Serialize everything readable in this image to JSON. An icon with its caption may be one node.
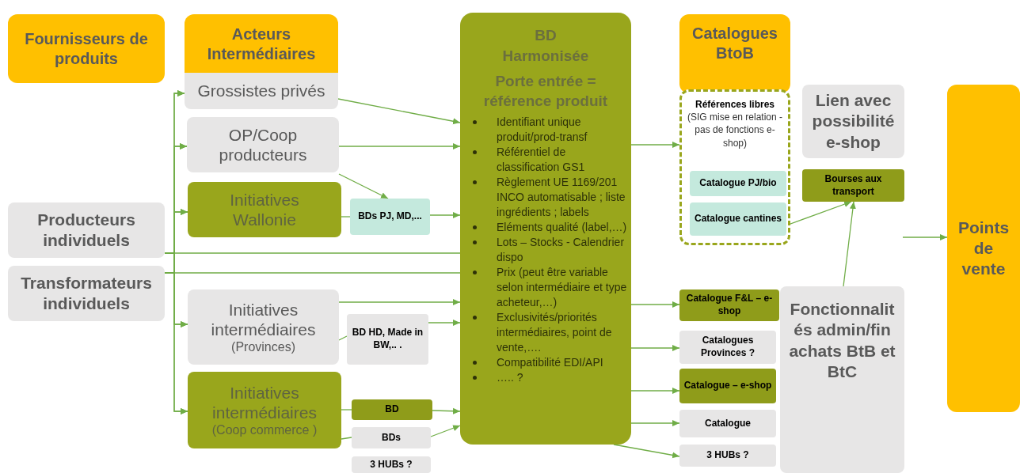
{
  "diagram": {
    "nodes": [
      {
        "text": [
          "Fournisseurs de produits"
        ]
      },
      {
        "text": [
          "Acteurs Intermédiaires"
        ]
      },
      {
        "text": [
          "Grossistes privés"
        ]
      },
      {
        "text": [
          "OP/Coop producteurs"
        ]
      },
      {
        "text": [
          "Initiatives Wallonie"
        ]
      },
      {
        "text": [
          "BDs PJ, MD,..."
        ]
      },
      {
        "text": [
          "BD Harmonisée",
          "Porte entrée = référence produit",
          "Identifiant unique produit/prod-transf",
          "Référentiel de classification GS1",
          "Règlement UE 1169/201 INCO automatisable ; liste ingrédients ; labels",
          "Eléments qualité (label,…)",
          "Lots – Stocks - Calendrier dispo",
          "Prix (peut être variable selon intermédiaire et type acheteur,…)",
          "Exclusivités/priorités intermédiaires, point de vente,….",
          "Compatibilité EDI/API",
          "….. ?"
        ]
      },
      {
        "text": [
          "Catalogues BtoB"
        ]
      },
      {
        "text": [
          "Références libres",
          "(SIG mise en relation - pas de fonctions e-shop)"
        ]
      },
      {
        "text": [
          "Catalogue PJ/bio"
        ],
        "in": 8
      },
      {
        "text": [
          "Catalogue cantines"
        ],
        "in": 8
      },
      {
        "text": [
          "Lien avec possibilité e-shop"
        ]
      },
      {
        "text": [
          "Bourses aux transport"
        ]
      },
      {
        "text": [
          "Producteurs individuels"
        ]
      },
      {
        "text": [
          "Transformateurs individuels"
        ]
      },
      {
        "text": [
          "Points de vente"
        ]
      },
      {
        "text": [
          "Initiatives intermédiaires",
          "(Provinces)"
        ]
      },
      {
        "text": [
          "BD HD, Made in BW,.. ."
        ]
      },
      {
        "text": [
          "Catalogue F&L – e-shop"
        ]
      },
      {
        "text": [
          "Fonctionnalités admin/fin achats BtB et BtC"
        ]
      },
      {
        "text": [
          "Catalogues Provinces ?"
        ]
      },
      {
        "text": [
          "Initiatives intermédiaires",
          "(Coop commerce )"
        ]
      },
      {
        "text": [
          "BD"
        ]
      },
      {
        "text": [
          "Catalogue – e-shop"
        ]
      },
      {
        "text": [
          "BDs"
        ]
      },
      {
        "text": [
          "Catalogue"
        ]
      },
      {
        "text": [
          "3 HUBs ?"
        ]
      },
      {
        "text": [
          "3 HUBs ?"
        ]
      }
    ],
    "edges": [
      {
        "from": 13,
        "to": 2,
        "arrow": "to"
      },
      {
        "from": 13,
        "to": 3,
        "arrow": "to"
      },
      {
        "from": 13,
        "to": 4,
        "arrow": "to"
      },
      {
        "from": 13,
        "to": 16,
        "arrow": "to"
      },
      {
        "from": 13,
        "to": 21,
        "arrow": "to"
      },
      {
        "from": 14,
        "to": 2,
        "arrow": "to"
      },
      {
        "from": 14,
        "to": 3,
        "arrow": "to"
      },
      {
        "from": 14,
        "to": 4,
        "arrow": "to"
      },
      {
        "from": 14,
        "to": 16,
        "arrow": "to"
      },
      {
        "from": 14,
        "to": 21,
        "arrow": "to"
      },
      {
        "from": 13,
        "to": 6,
        "arrow": "none"
      },
      {
        "from": 14,
        "to": 6,
        "arrow": "none"
      },
      {
        "from": 2,
        "to": 6,
        "arrow": "to"
      },
      {
        "from": 3,
        "to": 6,
        "arrow": "to"
      },
      {
        "from": 3,
        "to": 5,
        "arrow": "to"
      },
      {
        "from": 4,
        "to": 5,
        "arrow": "none"
      },
      {
        "from": 5,
        "to": 6,
        "arrow": "to"
      },
      {
        "from": 16,
        "to": 6,
        "arrow": "to"
      },
      {
        "from": 16,
        "to": 17,
        "arrow": "none"
      },
      {
        "from": 17,
        "to": 6,
        "arrow": "to"
      },
      {
        "from": 21,
        "to": 22,
        "arrow": "none"
      },
      {
        "from": 22,
        "to": 6,
        "arrow": "to"
      },
      {
        "from": 21,
        "to": 24,
        "arrow": "none"
      },
      {
        "from": 24,
        "to": 6,
        "arrow": "to"
      },
      {
        "from": 6,
        "to": 8,
        "arrow": "to"
      },
      {
        "from": 6,
        "to": 18,
        "arrow": "to"
      },
      {
        "from": 6,
        "to": 20,
        "arrow": "to"
      },
      {
        "from": 6,
        "to": 23,
        "arrow": "to"
      },
      {
        "from": 6,
        "to": 25,
        "arrow": "to"
      },
      {
        "from": 6,
        "to": 27,
        "arrow": "to"
      },
      {
        "from": 10,
        "to": 12,
        "arrow": "to"
      },
      {
        "from": 19,
        "to": 12,
        "arrow": "to"
      },
      {
        "from": null,
        "to": 15,
        "arrow": "to"
      }
    ]
  }
}
